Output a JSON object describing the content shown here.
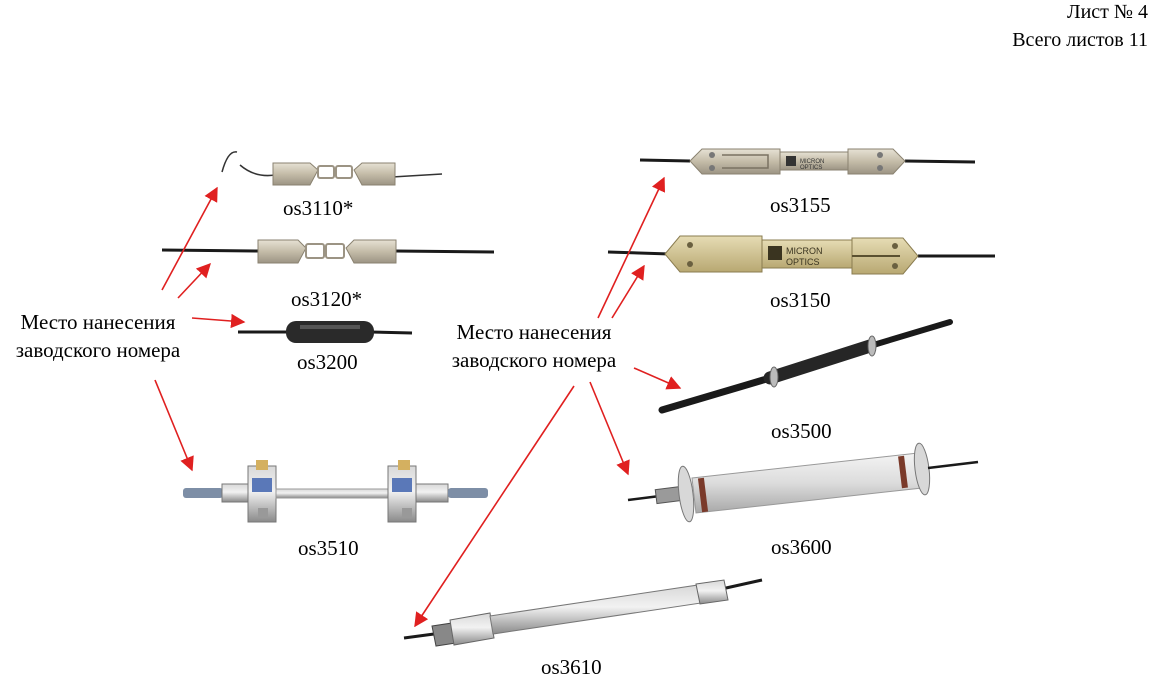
{
  "header": {
    "sheet": "Лист № 4",
    "total": "Всего листов 11"
  },
  "annotations": {
    "left_line1": "Место нанесения",
    "left_line2": "заводского номера",
    "right_line1": "Место нанесения",
    "right_line2": "заводского номера"
  },
  "sensors": [
    {
      "id": "os3110",
      "label": "os3110*"
    },
    {
      "id": "os3120",
      "label": "os3120*"
    },
    {
      "id": "os3200",
      "label": "os3200"
    },
    {
      "id": "os3510",
      "label": "os3510"
    },
    {
      "id": "os3155",
      "label": "os3155"
    },
    {
      "id": "os3150",
      "label": "os3150"
    },
    {
      "id": "os3500",
      "label": "os3500"
    },
    {
      "id": "os3600",
      "label": "os3600"
    },
    {
      "id": "os3610",
      "label": "os3610"
    }
  ],
  "colors": {
    "arrow": "#e02020",
    "metal": "#c9c2b0",
    "cable": "#1a1a1a"
  }
}
